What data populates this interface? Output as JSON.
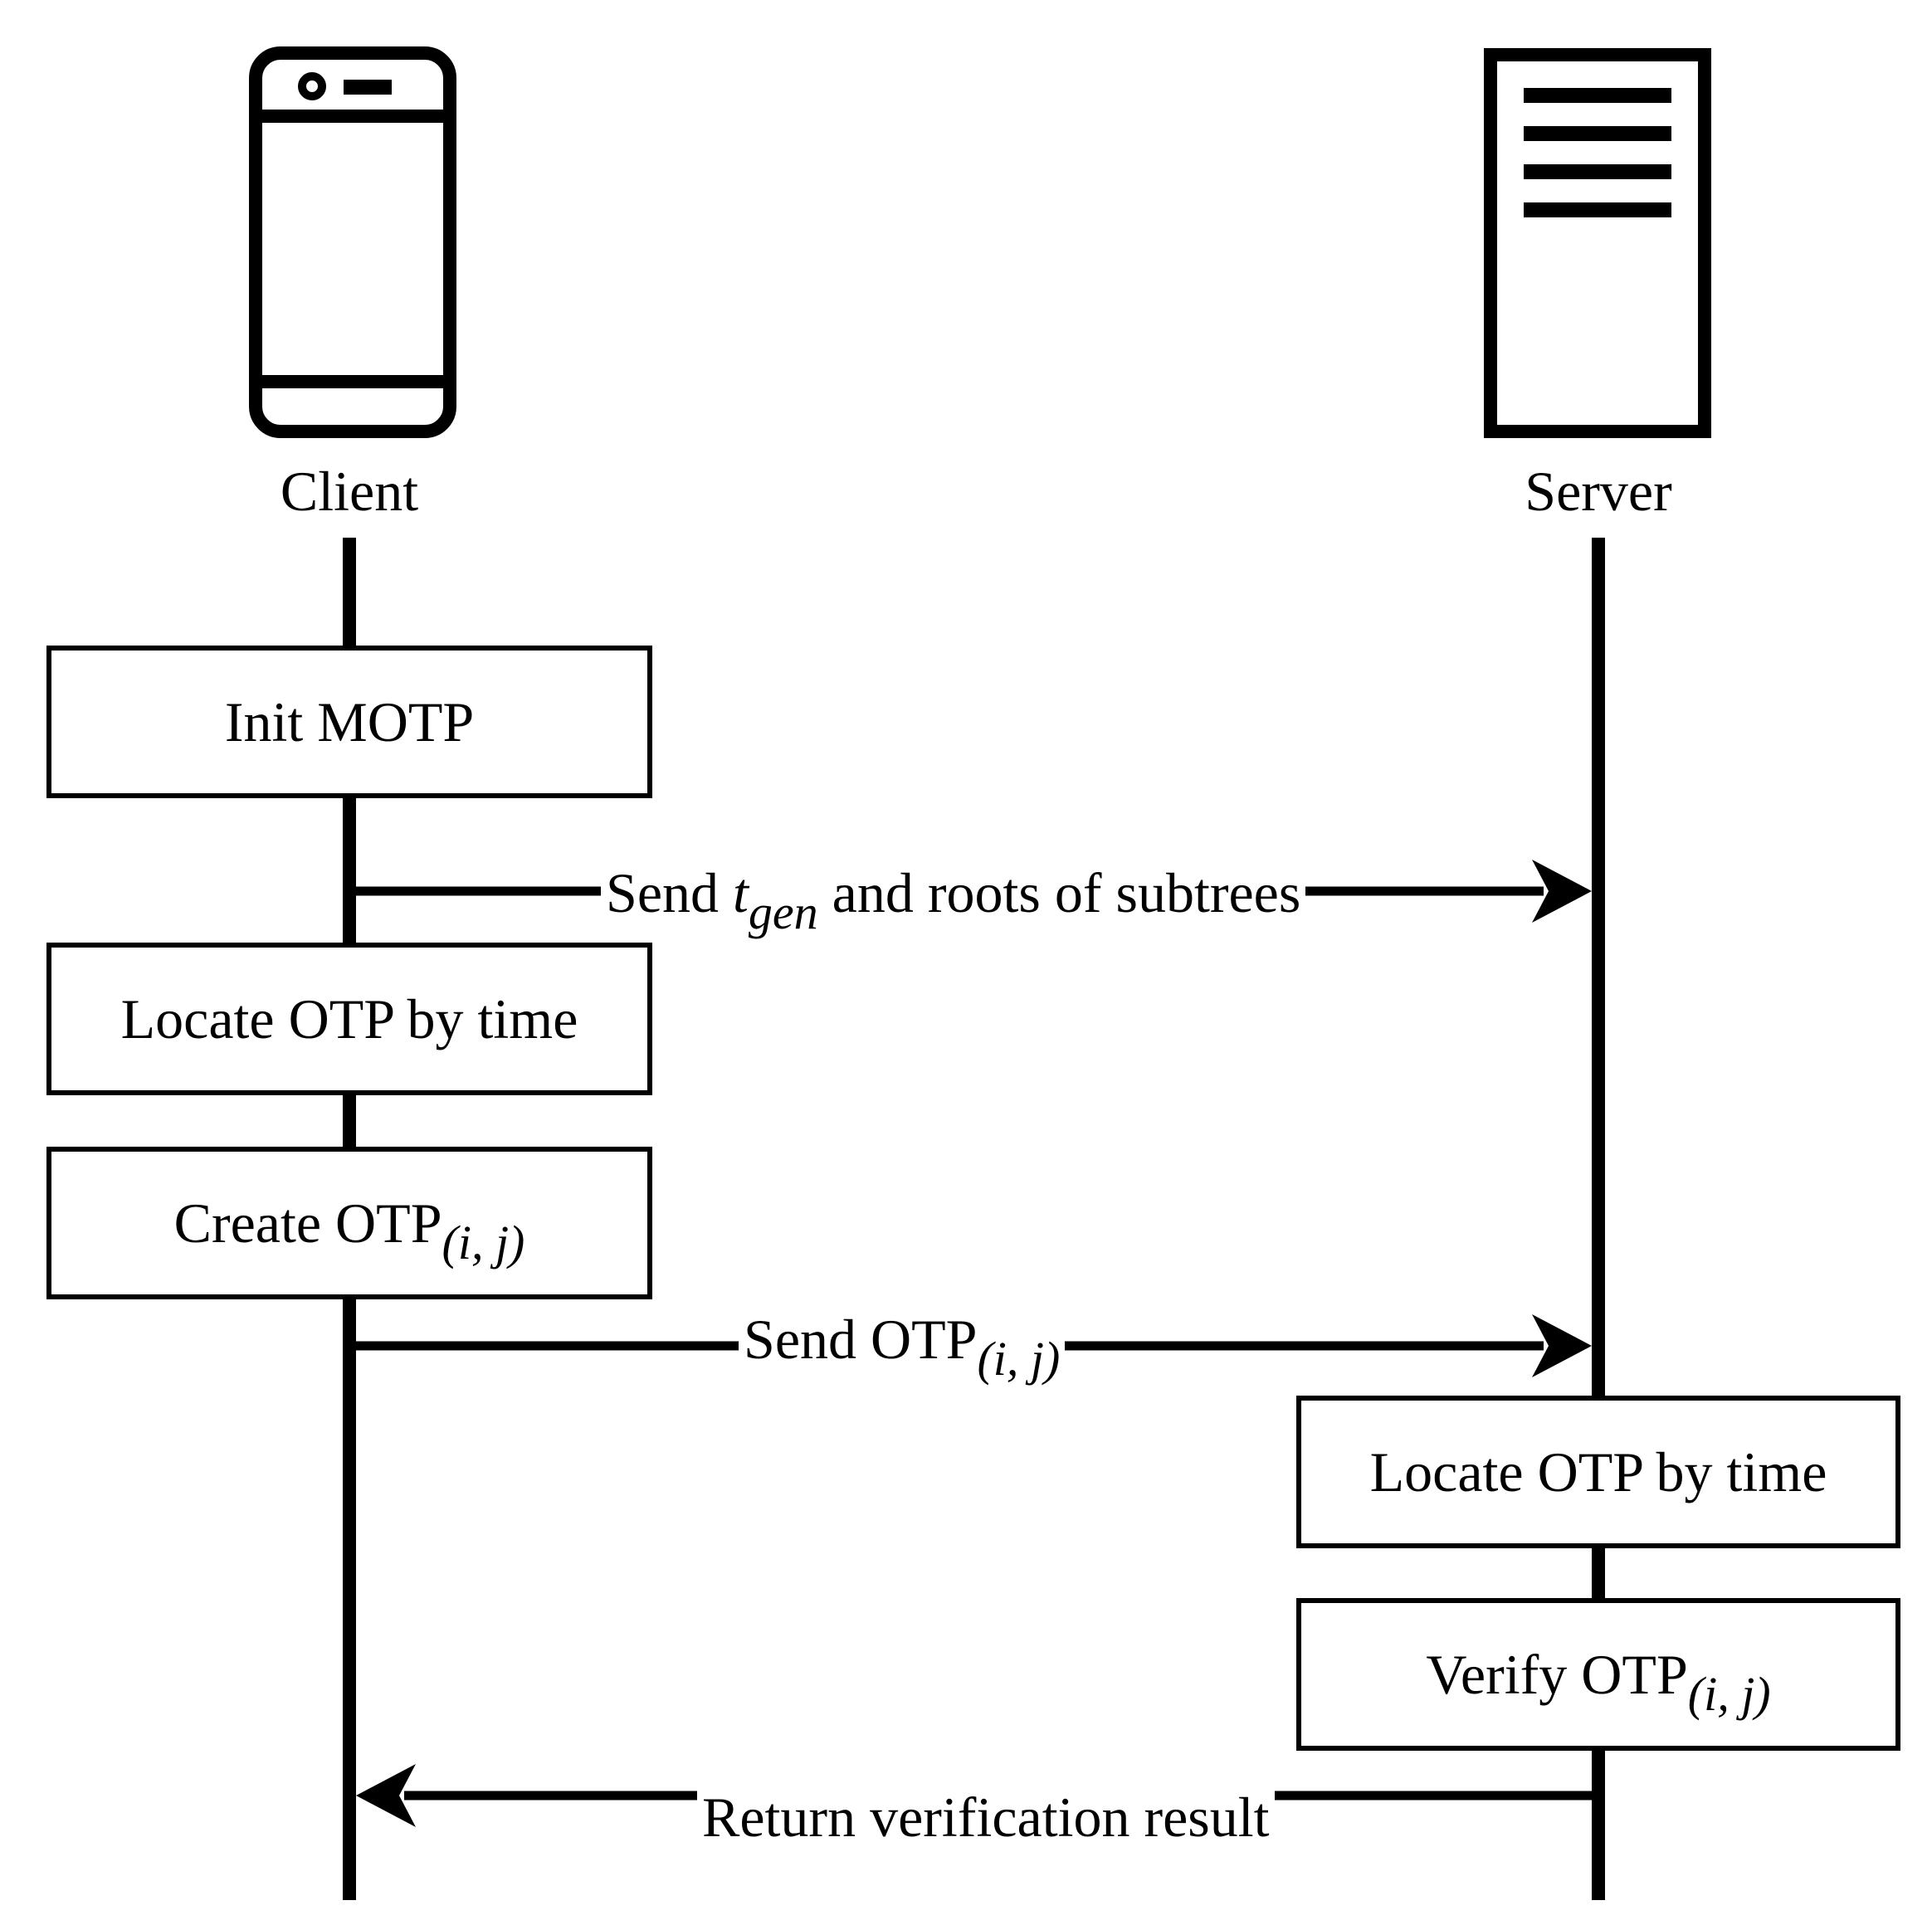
{
  "actors": {
    "client": {
      "label": "Client",
      "icon": "smartphone-icon"
    },
    "server": {
      "label": "Server",
      "icon": "server-icon"
    }
  },
  "client_steps": {
    "init": "Init MOTP",
    "locate": "Locate OTP by time",
    "create": {
      "text": "Create OTP",
      "sub": "(i, j)"
    }
  },
  "server_steps": {
    "locate": "Locate OTP by time",
    "verify": {
      "text": "Verify OTP",
      "sub": "(i, j)"
    }
  },
  "messages": {
    "send_roots": {
      "before": "Send",
      "var": "t",
      "var_sub": "gen",
      "after": "and roots of subtrees"
    },
    "send_otp": {
      "text": "Send OTP",
      "sub": "(i, j)"
    },
    "return_result": "Return verification result"
  },
  "colors": {
    "stroke": "#000000",
    "background": "#ffffff"
  }
}
